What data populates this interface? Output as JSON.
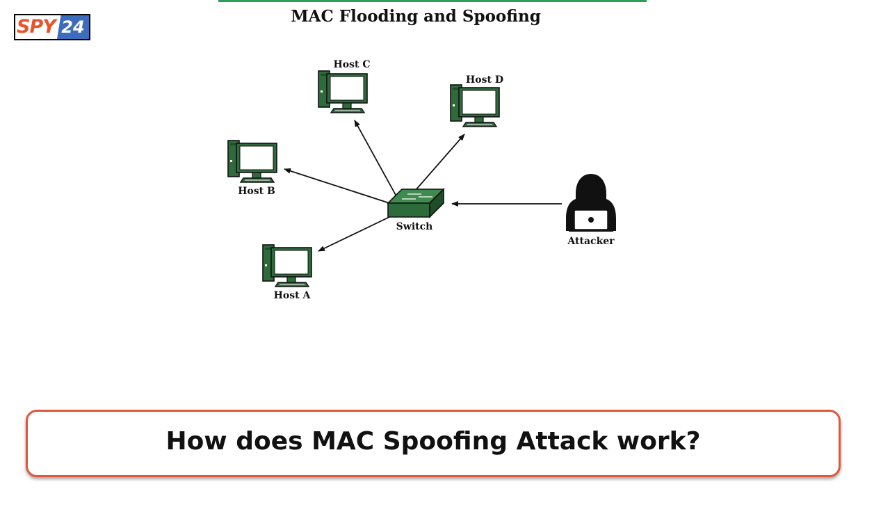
{
  "logo": {
    "brand_text": "SPY",
    "brand_number": "24"
  },
  "title": "MAC Flooding and Spoofing",
  "diagram": {
    "nodes": {
      "host_a": "Host A",
      "host_b": "Host B",
      "host_c": "Host C",
      "host_d": "Host D",
      "switch": "Switch",
      "attacker": "Attacker"
    },
    "colors": {
      "device_green": "#2e6b3a",
      "device_dark": "#1f4d28",
      "screen": "#ffffff",
      "arrow": "#111111"
    }
  },
  "caption": "How does MAC Spoofing Attack work?",
  "colors": {
    "accent_bar": "#2e9e57",
    "caption_border": "#e0583a"
  }
}
